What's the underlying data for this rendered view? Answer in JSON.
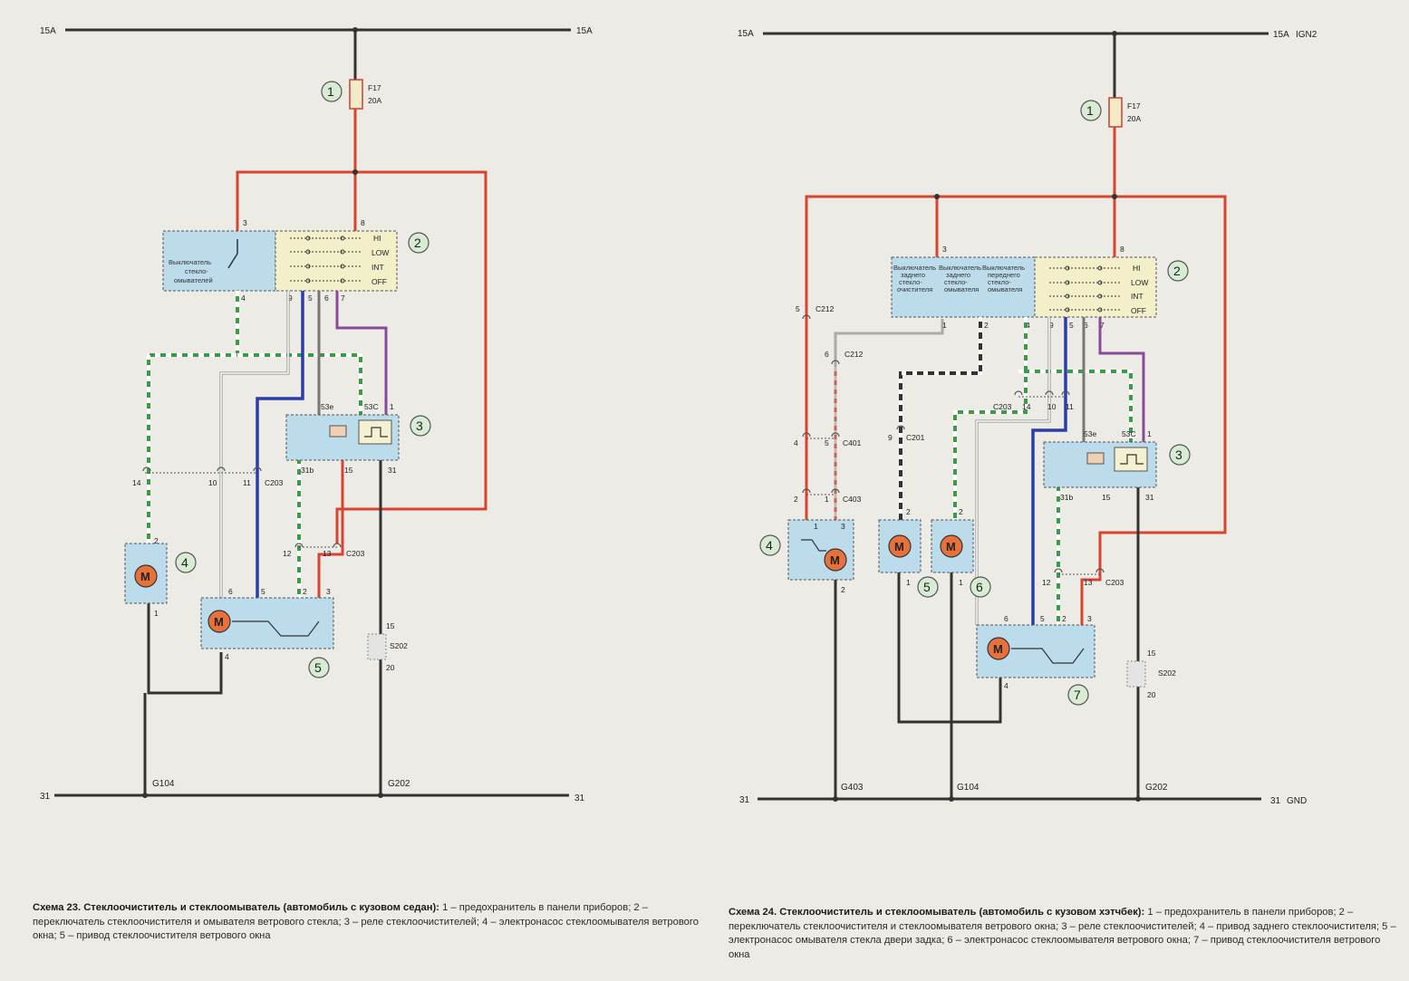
{
  "colors": {
    "red": "#d8442f",
    "dark": "#333333",
    "blue": "#2d3da8",
    "purple": "#8a4a9a",
    "green": "#3d9a48",
    "box_fill": "#bcdcec",
    "callout_fill": "#d7ecd3",
    "motor_fill": "#e8703a"
  },
  "scheme23": {
    "bus_top_left": "15A",
    "bus_top_right": "15A",
    "bus_bottom_left": "31",
    "bus_bottom_right": "31",
    "fuse_name": "F17",
    "fuse_rating": "20A",
    "switch_label_1": "Выключатель",
    "switch_label_2": "стекло-",
    "switch_label_3": "омывателей",
    "modes": [
      "HI",
      "LOW",
      "INT",
      "OFF"
    ],
    "pins": {
      "p3": "3",
      "p8": "8",
      "p4": "4",
      "p9": "9",
      "p5": "5",
      "p6": "6",
      "p7": "7",
      "p53e": "53e",
      "p53c": "53C",
      "p1": "1",
      "p31b": "31b",
      "p15": "15",
      "p31": "31",
      "p14": "14",
      "p10": "10",
      "p11": "11",
      "c203": "C203",
      "p12": "12",
      "p13": "13",
      "c203b": "C203",
      "m4_2": "2",
      "m4_1": "1",
      "m5_6": "6",
      "m5_5": "5",
      "m5_2": "2",
      "m5_3": "3",
      "m5_4": "4",
      "s202_15": "15",
      "s202": "S202",
      "s202_20": "20"
    },
    "grounds": {
      "g104": "G104",
      "g202": "G202"
    },
    "callouts": [
      "1",
      "2",
      "3",
      "4",
      "5"
    ],
    "motor_letter": "M",
    "caption_title": "Схема 23. Стеклоочиститель и стеклоомыватель (автомобиль с кузовом седан):",
    "caption_text": "1 – предохранитель в панели приборов; 2 – переключатель стеклоочистителя и омывателя ветрового стекла; 3 – реле стеклоочистителей; 4 – электронасос стеклоомывателя ветрового окна; 5 – привод стеклоочистителя ветрового окна"
  },
  "scheme24": {
    "bus_top_left": "15A",
    "bus_top_right": "15A",
    "bus_top_right_b": "IGN2",
    "bus_bottom_left": "31",
    "bus_bottom_right": "31",
    "bus_bottom_right_b": "GND",
    "fuse_name": "F17",
    "fuse_rating": "20A",
    "sw1": [
      "Выключатель",
      "заднего",
      "стекло-",
      "очистителя"
    ],
    "sw2": [
      "Выключатель",
      "заднего",
      "стекло-",
      "омывателя"
    ],
    "sw3": [
      "Выключатель",
      "переднего",
      "стекло-",
      "омывателя"
    ],
    "modes": [
      "HI",
      "LOW",
      "INT",
      "OFF"
    ],
    "pins": {
      "p3": "3",
      "p8": "8",
      "p1": "1",
      "p2": "2",
      "p4": "4",
      "p9": "9",
      "p5": "5",
      "p6": "6",
      "p7": "7",
      "c212a_5": "5",
      "c212a": "C212",
      "c212b_6": "6",
      "c212b": "C212",
      "c401_4": "4",
      "c401_5": "5",
      "c401": "C401",
      "c403_2": "2",
      "c403_1": "1",
      "c403": "C403",
      "c201_9": "9",
      "c201": "C201",
      "c203_14": "14",
      "c203_10": "10",
      "c203_11": "11",
      "c203": "C203",
      "p53e": "53e",
      "p53c": "53C",
      "p1r": "1",
      "p31b": "31b",
      "p15": "15",
      "p31": "31",
      "p12": "12",
      "p13": "13",
      "c203b": "C203",
      "m4_1": "1",
      "m4_3": "3",
      "m4_2": "2",
      "m5_2": "2",
      "m5_1": "1",
      "m6_2": "2",
      "m6_1": "1",
      "m7_6": "6",
      "m7_5": "5",
      "m7_2": "2",
      "m7_3": "3",
      "m7_4": "4",
      "s202_15": "15",
      "s202": "S202",
      "s202_20": "20"
    },
    "grounds": {
      "g403": "G403",
      "g104": "G104",
      "g202": "G202"
    },
    "callouts": [
      "1",
      "2",
      "3",
      "4",
      "5",
      "6",
      "7"
    ],
    "motor_letter": "M",
    "caption_title": "Схема 24. Стеклоочиститель и стеклоомыватель (автомобиль с кузовом хэтчбек):",
    "caption_text": "1 – предохранитель в панели приборов; 2 – переключатель стеклоочистителя и стеклоомывателя ветрового окна; 3 – реле стеклоочистителей; 4 – привод заднего стеклоочистителя; 5 – электронасос омывателя стекла двери задка; 6 – электронасос стеклоомывателя ветрового окна; 7 – привод стеклоочистителя ветрового окна"
  }
}
